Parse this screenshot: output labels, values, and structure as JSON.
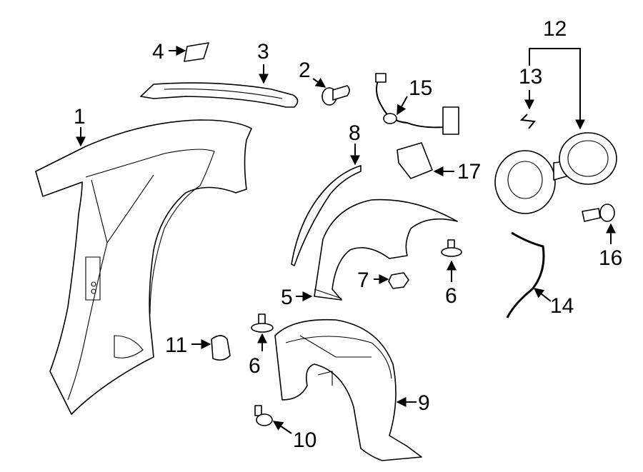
{
  "callouts": {
    "n1": "1",
    "n2": "2",
    "n3": "3",
    "n4": "4",
    "n5": "5",
    "n6a": "6",
    "n6b": "6",
    "n7": "7",
    "n8": "8",
    "n9": "9",
    "n10": "10",
    "n11": "11",
    "n12": "12",
    "n13": "13",
    "n14": "14",
    "n15": "15",
    "n16": "16",
    "n17": "17"
  },
  "colors": {
    "line": "#000000",
    "background": "#ffffff"
  }
}
